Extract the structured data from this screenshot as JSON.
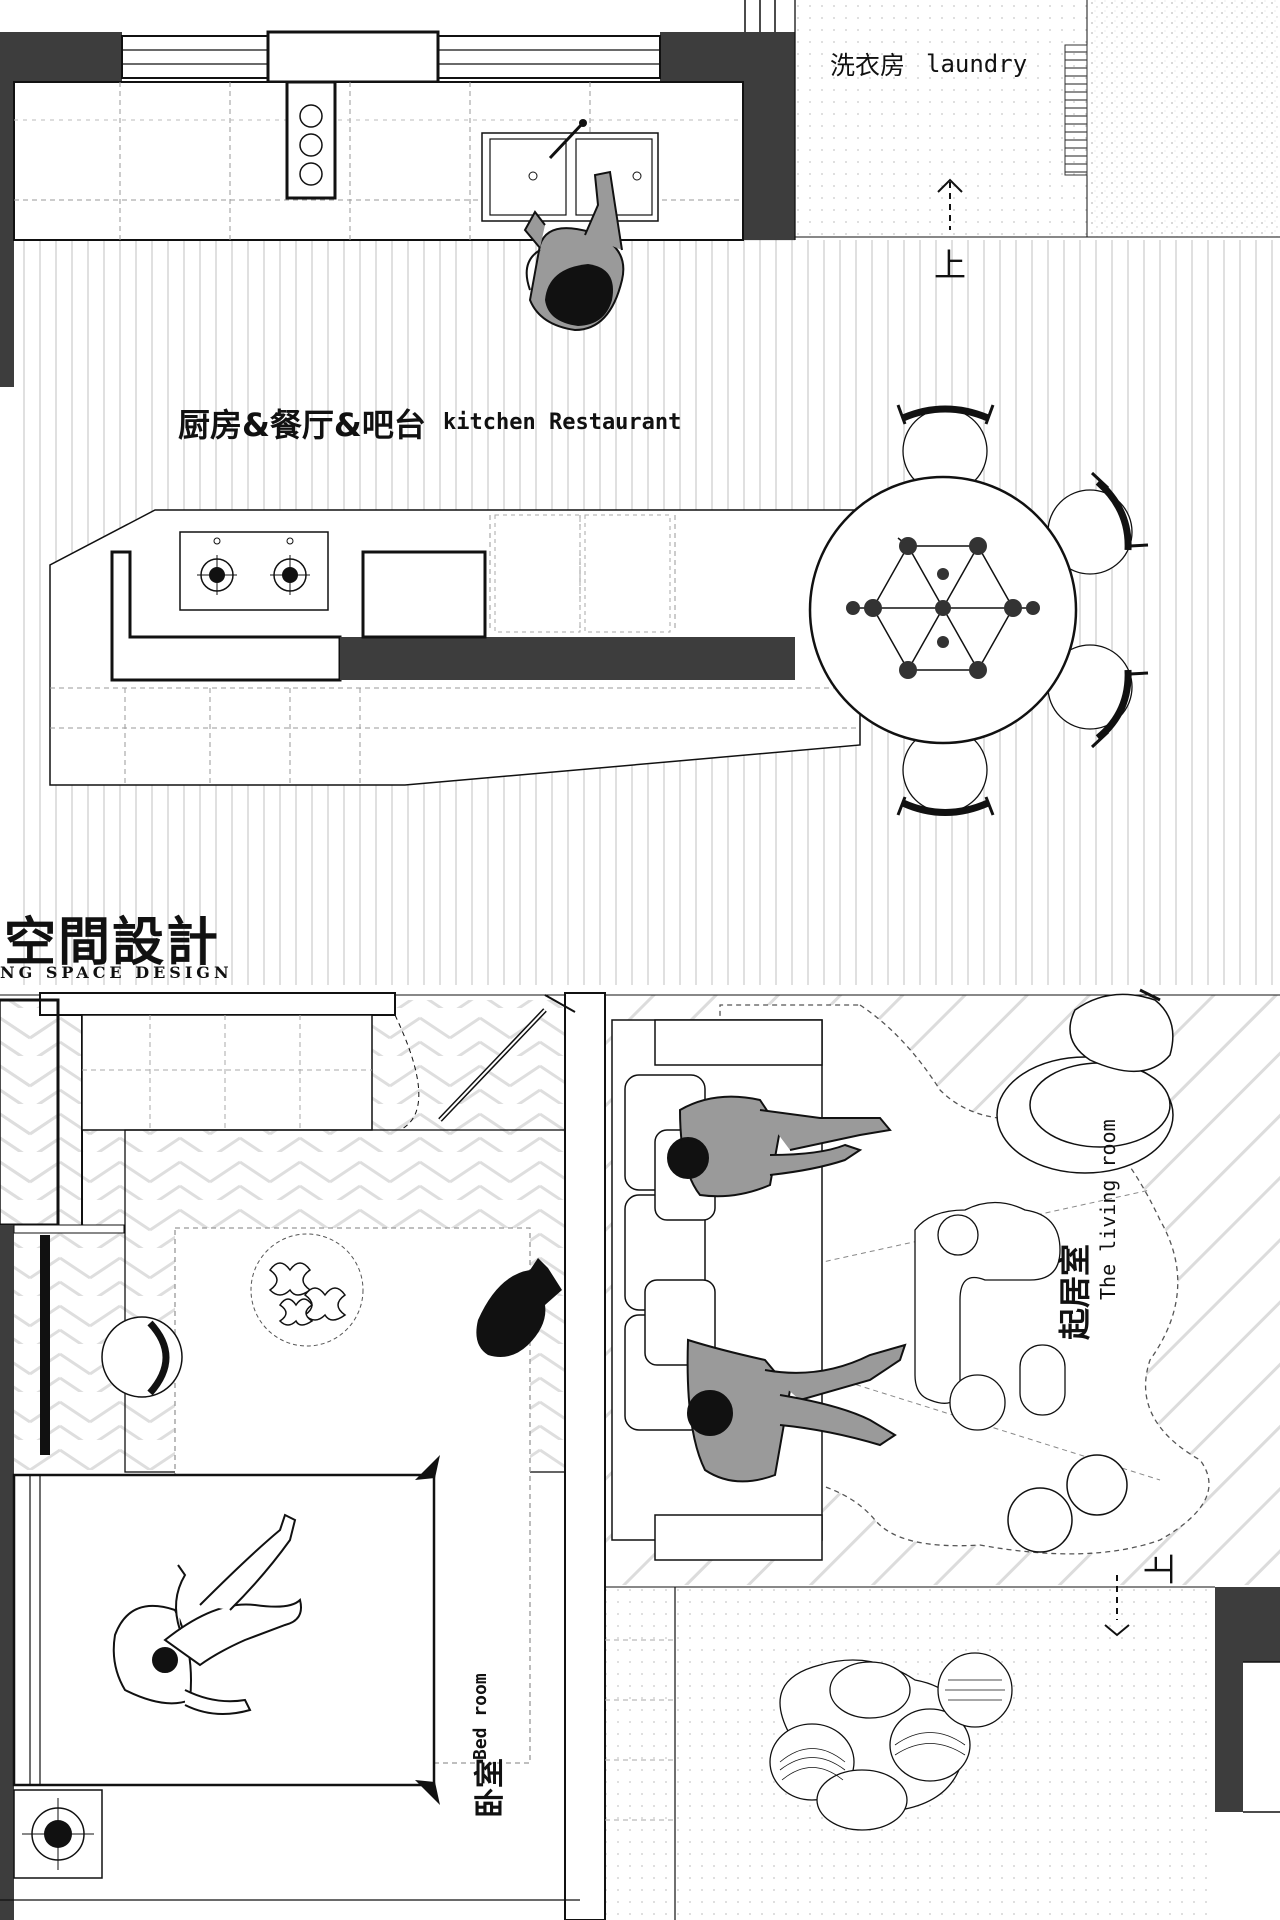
{
  "rooms": {
    "laundry": {
      "zh": "洗衣房",
      "en": "laundry"
    },
    "kitchen": {
      "zh": "厨房&餐厅&吧台",
      "en": "kitchen Restaurant"
    },
    "living": {
      "zh": "起居室",
      "en": "The living room"
    },
    "bedroom": {
      "zh": "卧室",
      "en": "Bed room"
    }
  },
  "brand": {
    "name_zh": "空間設計",
    "name_en": "NG SPACE DESIGN"
  },
  "stairs": {
    "up_label": "上"
  },
  "colors": {
    "wall": "#3d3d3d",
    "floor_line": "#cfcfcf",
    "ink": "#111111",
    "figure": "#9a9a9a",
    "accent_dark": "#444444"
  }
}
